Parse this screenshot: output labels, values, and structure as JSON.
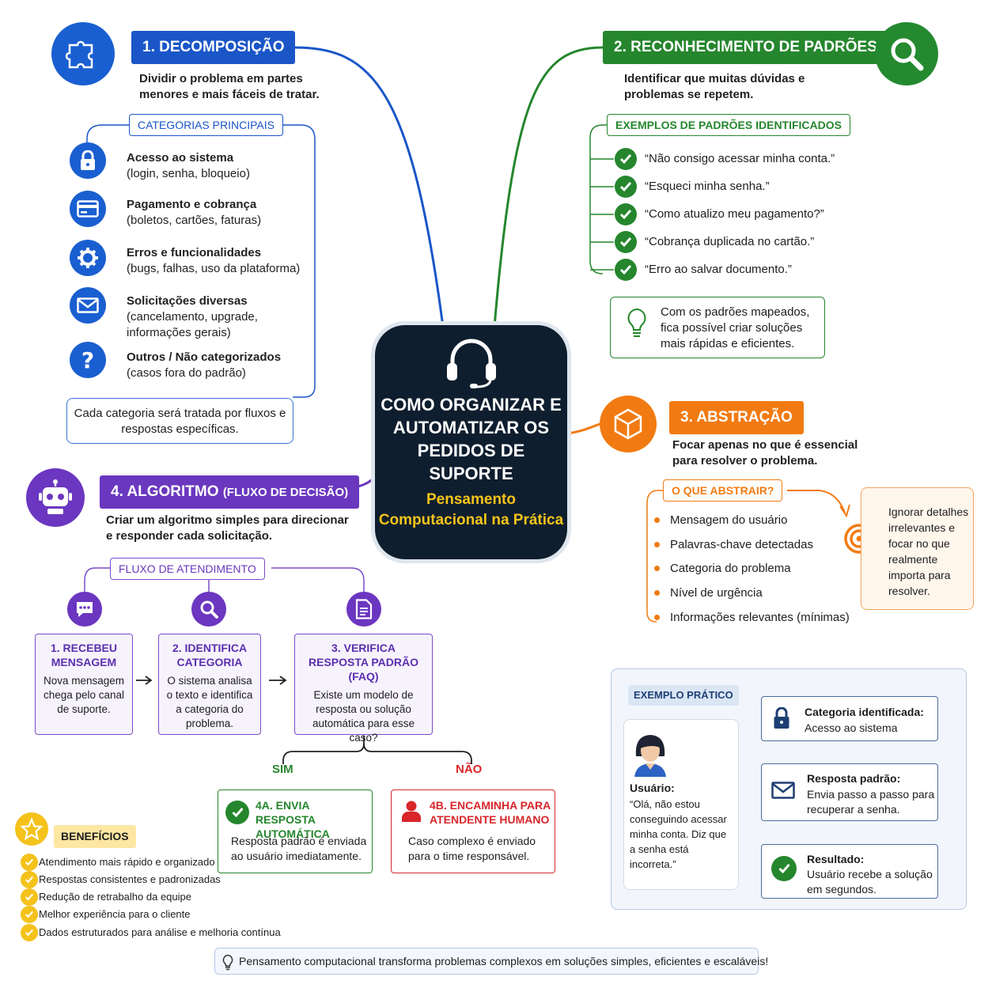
{
  "center": {
    "title": "COMO ORGANIZAR E AUTOMATIZAR OS PEDIDOS DE SUPORTE",
    "subtitle": "Pensamento Computacional na Prática",
    "icon": "headset-icon"
  },
  "decomposicao": {
    "title": "1. DECOMPOSIÇÃO",
    "desc": "Dividir o problema em partes menores e mais fáceis de tratar.",
    "icon": "puzzle-icon",
    "color": "#1a56c8",
    "categories_label": "CATEGORIAS PRINCIPAIS",
    "categories": [
      {
        "title": "Acesso ao sistema",
        "detail": "(login, senha, bloqueio)",
        "icon": "lock-icon"
      },
      {
        "title": "Pagamento e cobrança",
        "detail": "(boletos, cartões, faturas)",
        "icon": "card-icon"
      },
      {
        "title": "Erros e funcionalidades",
        "detail": "(bugs, falhas, uso da plataforma)",
        "icon": "gear-icon"
      },
      {
        "title": "Solicitações diversas",
        "detail": "(cancelamento, upgrade, informações gerais)",
        "icon": "envelope-icon"
      },
      {
        "title": "Outros / Não categorizados",
        "detail": "(casos fora do padrão)",
        "icon": "question-icon"
      }
    ],
    "note": "Cada categoria será tratada por fluxos e respostas específicas."
  },
  "padroes": {
    "title": "2. RECONHECIMENTO DE PADRÕES",
    "desc": "Identificar que muitas dúvidas e problemas se repetem.",
    "icon": "magnifier-icon",
    "color": "#25862d",
    "examples_label": "EXEMPLOS DE PADRÕES IDENTIFICADOS",
    "examples": [
      "“Não consigo acessar minha conta.”",
      "“Esqueci minha senha.”",
      "“Como atualizo meu pagamento?”",
      "“Cobrança duplicada no cartão.”",
      "“Erro ao salvar documento.”"
    ],
    "note": "Com os padrões mapeados, fica possível criar soluções mais rápidas e eficientes.",
    "note_icon": "lightbulb-icon"
  },
  "abstracao": {
    "title": "3. ABSTRAÇÃO",
    "desc": "Focar apenas no que é essencial para resolver o problema.",
    "icon": "cube-icon",
    "color": "#f17b12",
    "what_label": "O QUE ABSTRAIR?",
    "items": [
      "Mensagem do usuário",
      "Palavras-chave detectadas",
      "Categoria do problema",
      "Nível de urgência",
      "Informações relevantes (mínimas)"
    ],
    "note": "Ignorar detalhes irrelevantes e focar no que realmente importa para resolver.",
    "note_icon": "target-icon"
  },
  "algoritmo": {
    "title": "4. ALGORITMO",
    "title_suffix": "(FLUXO DE DECISÃO)",
    "desc": "Criar um algoritmo simples para direcionar e responder cada solicitação.",
    "icon": "robot-icon",
    "color": "#6a37bf",
    "flow_label": "FLUXO DE ATENDIMENTO",
    "steps": [
      {
        "title": "1. RECEBEU MENSAGEM",
        "body": "Nova mensagem chega pelo canal de suporte.",
        "icon": "chat-icon"
      },
      {
        "title": "2. IDENTIFICA CATEGORIA",
        "body": "O sistema analisa o texto e identifica a categoria do problema.",
        "icon": "magnifier-icon"
      },
      {
        "title": "3. VERIFICA RESPOSTA PADRÃO (FAQ)",
        "body": "Existe um modelo de resposta ou solução automática para esse caso?",
        "icon": "document-icon"
      }
    ],
    "yes_label": "SIM",
    "no_label": "NÃO",
    "yes": {
      "title": "4A. ENVIA RESPOSTA AUTOMÁTICA",
      "body": "Resposta padrão é enviada ao usuário imediatamente.",
      "color": "#25862d"
    },
    "no": {
      "title": "4B. ENCAMINHA PARA ATENDENTE HUMANO",
      "body": "Caso complexo é enviado para o time responsável.",
      "color": "#d8262b"
    }
  },
  "beneficios": {
    "title": "BENEFÍCIOS",
    "icon": "star-icon",
    "items": [
      "Atendimento mais rápido e organizado",
      "Respostas consistentes e padronizadas",
      "Redução de retrabalho da equipe",
      "Melhor experiência para o cliente",
      "Dados estruturados para análise e melhoria contínua"
    ]
  },
  "exemplo": {
    "label": "EXEMPLO PRÁTICO",
    "user_label": "Usuário:",
    "user_quote": "“Olá, não estou conseguindo acessar minha conta. Diz que a senha está incorreta.”",
    "steps": [
      {
        "title": "Categoria identificada:",
        "body": "Acesso ao sistema",
        "icon": "lock-icon"
      },
      {
        "title": "Resposta padrão:",
        "body": "Envia passo a passo para recuperar a senha.",
        "icon": "envelope-icon"
      },
      {
        "title": "Resultado:",
        "body": "Usuário recebe a solução em segundos.",
        "icon": "check-icon"
      }
    ]
  },
  "footer": "Pensamento computacional transforma problemas complexos em soluções simples, eficientes e escaláveis!"
}
